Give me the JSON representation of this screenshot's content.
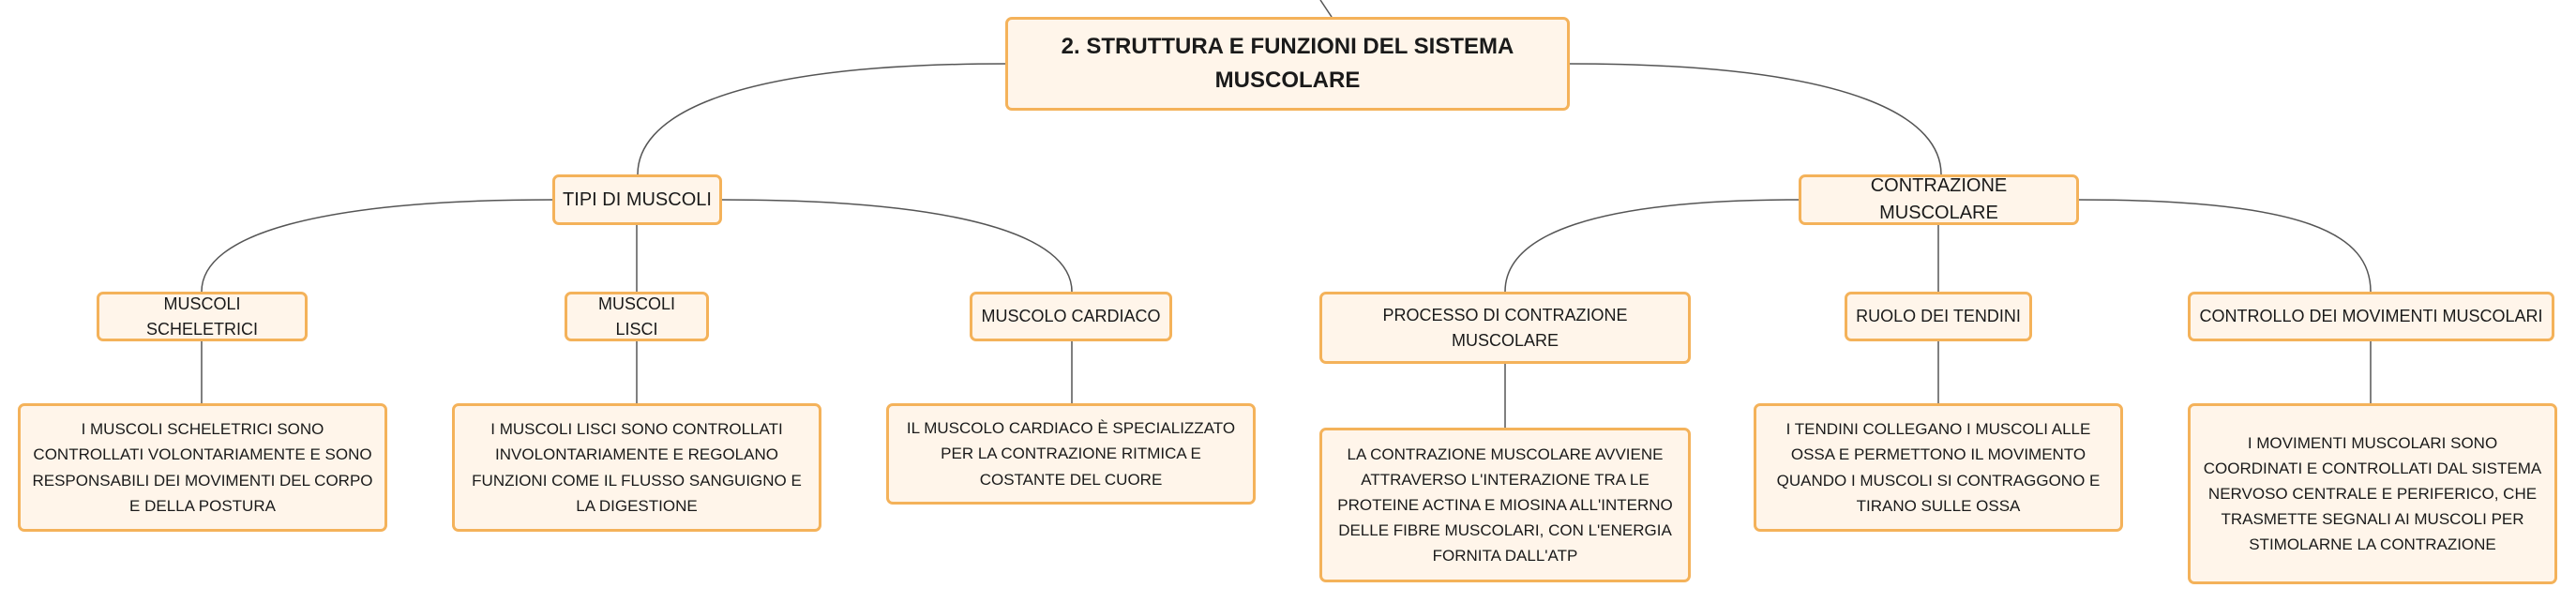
{
  "root": {
    "label": "2. STRUTTURA E FUNZIONI DEL SISTEMA MUSCOLARE"
  },
  "branches": [
    {
      "label": "TIPI DI MUSCOLI",
      "children": [
        {
          "label": "MUSCOLI SCHELETRICI",
          "detail": "I MUSCOLI SCHELETRICI SONO CONTROLLATI VOLONTARIAMENTE E SONO RESPONSABILI DEI MOVIMENTI DEL CORPO E DELLA POSTURA"
        },
        {
          "label": "MUSCOLI LISCI",
          "detail": "I MUSCOLI LISCI SONO CONTROLLATI INVOLONTARIAMENTE E REGOLANO FUNZIONI COME IL FLUSSO SANGUIGNO E LA DIGESTIONE"
        },
        {
          "label": "MUSCOLO CARDIACO",
          "detail": "IL MUSCOLO CARDIACO È SPECIALIZZATO PER LA CONTRAZIONE RITMICA E COSTANTE DEL CUORE"
        }
      ]
    },
    {
      "label": "CONTRAZIONE MUSCOLARE",
      "children": [
        {
          "label": "PROCESSO DI CONTRAZIONE MUSCOLARE",
          "detail": "LA CONTRAZIONE MUSCOLARE AVVIENE ATTRAVERSO L'INTERAZIONE TRA LE PROTEINE ACTINA E MIOSINA ALL'INTERNO DELLE FIBRE MUSCOLARI, CON L'ENERGIA FORNITA DALL'ATP"
        },
        {
          "label": "RUOLO DEI TENDINI",
          "detail": "I TENDINI COLLEGANO I MUSCOLI ALLE OSSA E PERMETTONO IL MOVIMENTO QUANDO I MUSCOLI SI CONTRAGGONO E TIRANO SULLE OSSA"
        },
        {
          "label": "CONTROLLO DEI MOVIMENTI MUSCOLARI",
          "detail": "I MOVIMENTI MUSCOLARI SONO COORDINATI E CONTROLLATI DAL SISTEMA NERVOSO CENTRALE E PERIFERICO, CHE TRASMETTE SEGNALI AI MUSCOLI PER STIMOLARNE LA CONTRAZIONE"
        }
      ]
    }
  ]
}
